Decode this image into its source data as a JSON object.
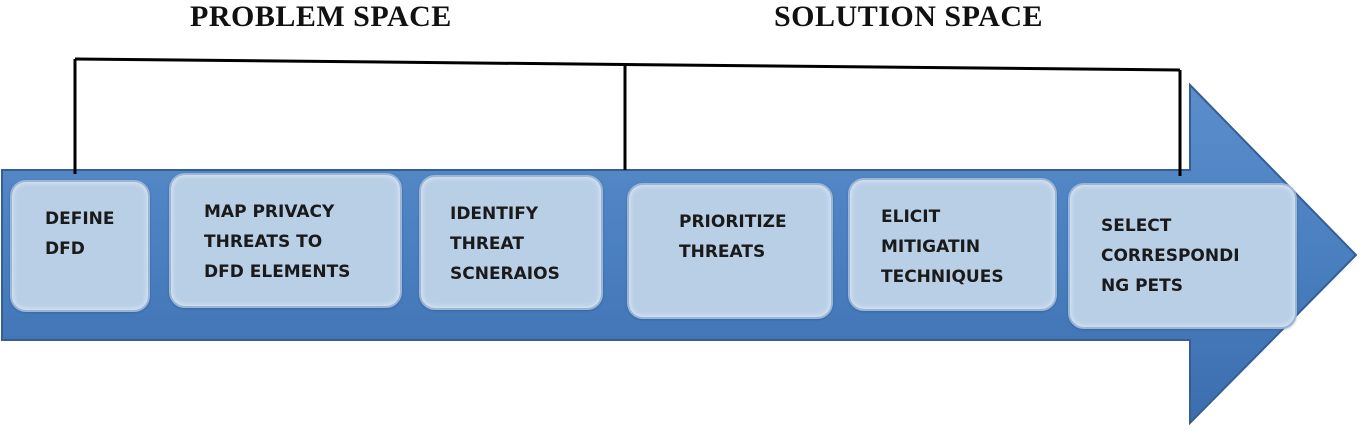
{
  "headers": {
    "problem": "PROBLEM SPACE",
    "solution": "SOLUTION SPACE"
  },
  "steps": [
    "DEFINE\nDFD",
    "MAP PRIVACY\nTHREATS TO\nDFD ELEMENTS",
    "IDENTIFY\nTHREAT\nSCNERAIOS",
    "PRIORITIZE\nTHREATS",
    "ELICIT\nMITIGATIN\nTECHNIQUES",
    "SELECT\nCORRESPONDI\nNG PETS"
  ],
  "colors": {
    "arrow_fill": "#4a7fc0",
    "arrow_stroke": "#355f94",
    "box_fill": "#b9cfe6",
    "bracket": "#000000"
  }
}
